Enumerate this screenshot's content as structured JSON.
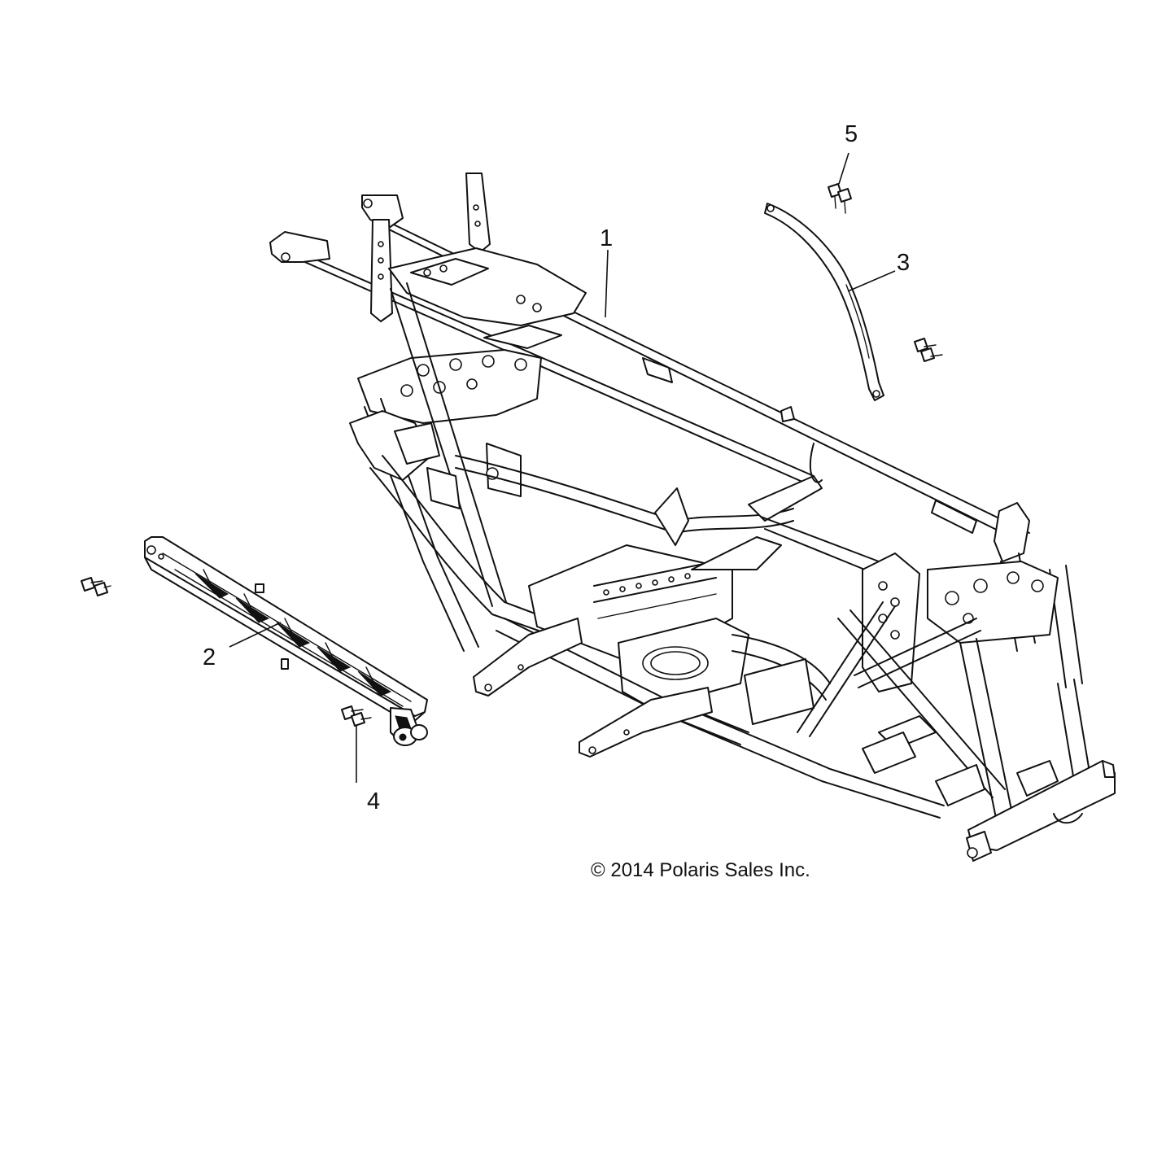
{
  "callouts": {
    "item_1": "1",
    "item_2": "2",
    "item_3": "3",
    "item_4": "4",
    "item_5": "5"
  },
  "copyright": "© 2014 Polaris Sales Inc.",
  "colors": {
    "line": "#111111",
    "background": "#ffffff"
  }
}
